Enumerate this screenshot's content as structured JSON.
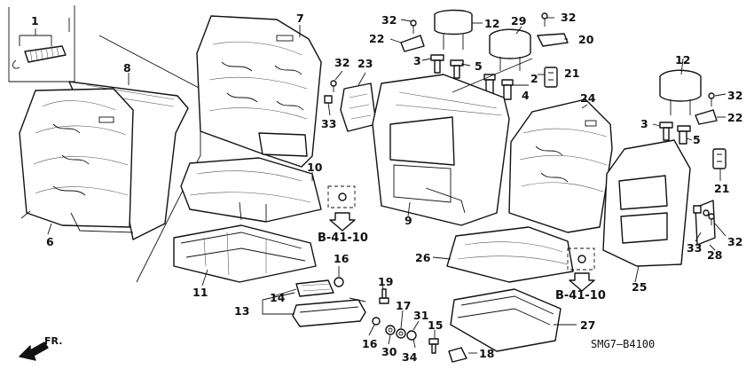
{
  "callouts": {
    "c1": "1",
    "c2": "2",
    "c3a": "3",
    "c3b": "3",
    "c4": "4",
    "c5a": "5",
    "c5b": "5",
    "c6": "6",
    "c7": "7",
    "c8": "8",
    "c9": "9",
    "c10": "10",
    "c11": "11",
    "c12a": "12",
    "c12b": "12",
    "c13": "13",
    "c14": "14",
    "c15": "15",
    "c16a": "16",
    "c16b": "16",
    "c17": "17",
    "c18": "18",
    "c19": "19",
    "c20": "20",
    "c21a": "21",
    "c21b": "21",
    "c22a": "22",
    "c22b": "22",
    "c23": "23",
    "c24": "24",
    "c25": "25",
    "c26": "26",
    "c27": "27",
    "c28": "28",
    "c29": "29",
    "c30": "30",
    "c31": "31",
    "c32a": "32",
    "c32b": "32",
    "c32c": "32",
    "c32d": "32",
    "c32e": "32",
    "c33a": "33",
    "c33b": "33",
    "c34": "34"
  },
  "refs": {
    "left": "B-41-10",
    "right": "B-41-10"
  },
  "front_label": "FR.",
  "diagram_code": "SMG7—B4100"
}
